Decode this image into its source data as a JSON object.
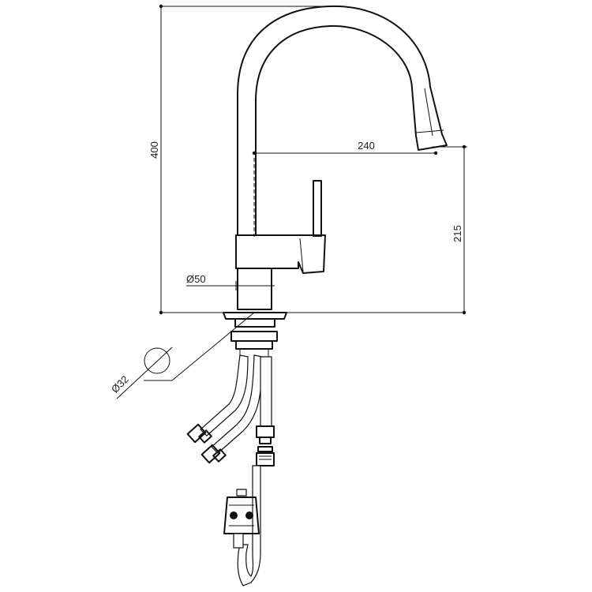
{
  "dimensions": {
    "height_total": "400",
    "spout_reach": "240",
    "spout_height": "215",
    "base_diameter": "Ø50",
    "hole_diameter": "Ø32"
  },
  "colors": {
    "line": "#111111",
    "background": "#ffffff"
  }
}
